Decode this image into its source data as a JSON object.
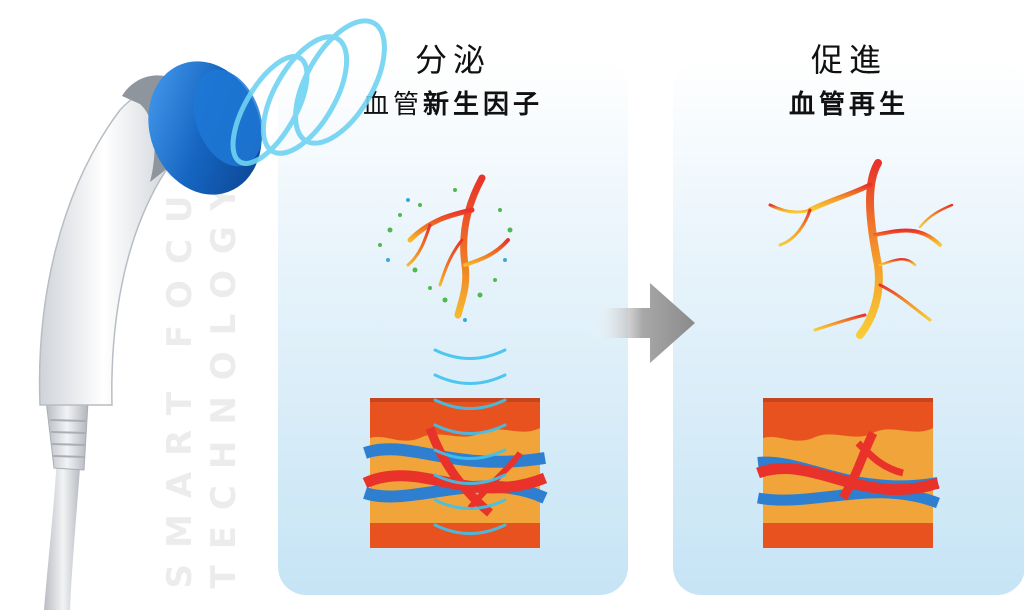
{
  "watermark": {
    "line1": "SMART FOCUS",
    "line2": "TECHNOLOGY"
  },
  "left_panel": {
    "title": "分泌",
    "subtitle_regular": "血管",
    "subtitle_bold": "新生因子"
  },
  "right_panel": {
    "title": "促進",
    "subtitle_bold": "血管再生"
  },
  "colors": {
    "panel_gradient_bottom": "#c6e4f5",
    "vessel_red": "#e8322a",
    "vessel_blue": "#2f7fd1",
    "tissue_orange": "#f0a43a",
    "device_blue": "#1565c0",
    "arrow_gray": "#8a8a8a"
  },
  "icons": [
    "handheld-device-icon",
    "energy-wave-icon",
    "blood-vessel-branch-icon",
    "tissue-cross-section-icon",
    "arrow-right-icon"
  ]
}
